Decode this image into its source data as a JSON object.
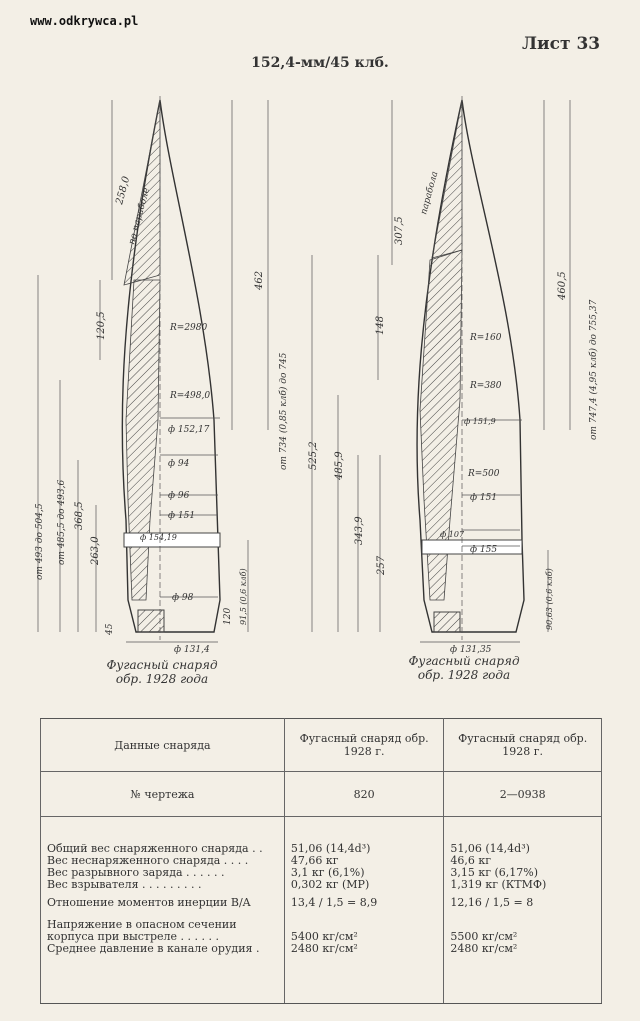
{
  "watermark": "www.odkrywca.pl",
  "sheet_label": "Лист 33",
  "title": "152,4-мм/45 клб.",
  "left_shell": {
    "caption_1": "Фугасный снаряд",
    "caption_2": "обр. 1928 года",
    "dims": {
      "d258": "258,0",
      "parabola": "по параболе",
      "d120": "120,5",
      "r2980": "R=2980",
      "r4980": "R=498,0",
      "d462": "462",
      "d734": "от 734 (0,85 клб) до 745",
      "d493": "от 493 до 504,5",
      "d485": "от 485,5 до 493,6",
      "d368": "368,5",
      "d263": "263,0",
      "d45": "45",
      "phi15217": "ф 152,17",
      "phi94": "ф 94",
      "phi96": "ф 96",
      "phi151": "ф 151",
      "phi15419": "ф 154,19",
      "phi98": "ф 98",
      "phi1314": "ф 131,4",
      "d120b": "120",
      "d915": "91,5 (0,6 клб)"
    }
  },
  "right_shell": {
    "caption_1": "Фугасный снаряд",
    "caption_2": "обр. 1928 года",
    "dims": {
      "d307": "307,5",
      "parabola": "парабола",
      "d148": "148",
      "r160": "R=160",
      "r380": "R=380",
      "r500": "R=500",
      "d460": "460,5",
      "d747": "от 747,4 (4,95 клб) до 755,37",
      "d525": "525,2",
      "d485": "485,9",
      "d343": "343,9",
      "d257": "257",
      "phi1519": "ф 151,9",
      "phi151": "ф 151",
      "phi107": "ф 107",
      "phi155": "ф 155",
      "phi1315": "ф 131,35",
      "d9063": "90,63 (0,6 клб)"
    }
  },
  "table": {
    "header_col1": "Данные снаряда",
    "header_col2": "Фугасный снаряд обр. 1928 г.",
    "header_col3": "Фугасный снаряд обр. 1928 г.",
    "drawing_label": "№ чертежа",
    "drawing_col2": "820",
    "drawing_col3": "2—0938",
    "rows": [
      {
        "label": "Общий вес снаряженного снаряда . .",
        "c2": "51,06 (14,4d³)",
        "c3": "51,06 (14,4d³)"
      },
      {
        "label": "Вес неснаряженного снаряда . . . .",
        "c2": "47,66 кг",
        "c3": "46,6 кг"
      },
      {
        "label": "Вес разрывного заряда . . . . . .",
        "c2": "3,1 кг (6,1%)",
        "c3": "3,15 кг (6,17%)"
      },
      {
        "label": "Вес взрывателя . . . . . . . . .",
        "c2": "0,302 кг (МР)",
        "c3": "1,319 кг (КТМФ)"
      },
      {
        "label": "Отношение моментов инерции B/A",
        "c2": "13,4 / 1,5 = 8,9",
        "c3": "12,16 / 1,5 = 8"
      },
      {
        "label": "Напряжение в опасном сечении корпуса при выстреле . . . . . .",
        "c2": "5400 кг/см²",
        "c3": "5500 кг/см²"
      },
      {
        "label": "Среднее давление в канале орудия .",
        "c2": "2480 кг/см²",
        "c3": "2480 кг/см²"
      }
    ]
  }
}
